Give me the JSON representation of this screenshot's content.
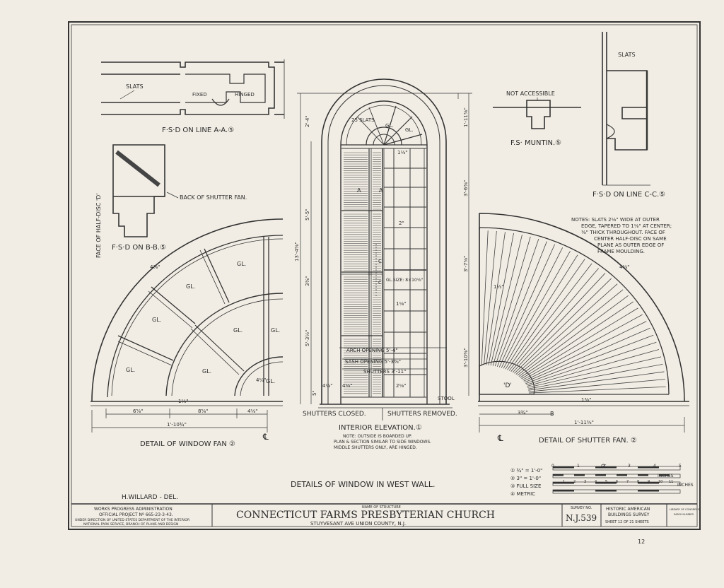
{
  "drawing": {
    "details": {
      "fsd_line_aa": "F·S·D  ON  LINE  A-A.⑤",
      "slats": "SLATS",
      "fixed": "FIXED",
      "hinged": "HINGED",
      "fsd_bb": "F·S·D  ON  B-B.⑤",
      "face_half_disc": "FACE OF HALF-DISC 'D'",
      "back_shutter_fan": "BACK  OF  SHUTTER  FAN.",
      "not_accessible": "NOT  ACCESSIBLE",
      "fs_muntin": "F.S·  MUNTIN.⑤",
      "slats_cc": "SLATS",
      "fsd_line_cc": "F·S·D  ON  LINE  C-C.⑤"
    },
    "window_fan": {
      "title": "DETAIL  OF  WINDOW  FAN  ②",
      "gl_labels": [
        "GL.",
        "GL.",
        "GL.",
        "GL.",
        "GL.",
        "GL.",
        "GL.",
        "GL."
      ],
      "dims": [
        "6⅝\"",
        "8⅝\"",
        "4⅛\"",
        "1'-10¾\"",
        "4⅞\"",
        "1⅛\"",
        "4¼\""
      ]
    },
    "elevation": {
      "label_slats": "25 SLATS",
      "gl_top": [
        "GL.",
        "GL."
      ],
      "gl_size": "GL.SIZE: 8×10⅛\"",
      "dim_top": "1'-11⅝\"",
      "dim_upper": "3'-6⅜\"",
      "dim_mid": "3'-7⅝\"",
      "dim_low": "3'-10⅜\"",
      "dim_left_top": "2'-4\"",
      "dim_left_1": "5'-5\"",
      "dim_left_2": "13'-4⅝\"",
      "dim_left_3": "5'-3½\"",
      "dim_left_small": "3⅜\"",
      "dim_base": "5\"",
      "stool": "STOOL",
      "arch_opening": "ARCH OPENING 5'-4\"",
      "sash_opening": "SASH OPENING 5'-3⅜\"",
      "shutters": "SHUTTERS 3'-11\"",
      "shutters_closed": "SHUTTERS  CLOSED.",
      "shutters_removed": "SHUTTERS  REMOVED.",
      "title": "INTERIOR  ELEVATION.①",
      "note_1": "NOTE:  OUTSIDE IS BOARDED UP.",
      "note_2": "PLAN & SECTION SIMILAR TO SIDE WINDOWS.",
      "note_3": "MIDDLE SHUTTERS ONLY, ARE HINGED.",
      "sec_a": "A",
      "sec_c": "C",
      "small_dims": [
        "2\"",
        "1⅛\"",
        "1⅛\"",
        "2⅛\"",
        "4⅛\"",
        "4⅛\""
      ]
    },
    "shutter_fan": {
      "notes": [
        "NOTES:  SLATS 2⅛\" WIDE AT OUTER",
        "EDGE, TAPERED TO 1⅛\" AT CENTER;",
        "⅜\" THICK THROUGHOUT. FACE OF",
        "CENTER HALF-DISC ON SAME",
        "PLANE AS OUTER EDGE OF",
        "FRAME MOULDING."
      ],
      "disc_label": "'D'",
      "b_label": "B",
      "dims": [
        "3¾\"",
        "1'-11⅜\"",
        "1½\"",
        "1⅜\"",
        "4⅛\""
      ],
      "title": "DETAIL  OF  SHUTTER  FAN.  ②"
    },
    "sheet_title": "DETAILS  OF  WINDOW  IN  WEST  WALL.",
    "delineator": "H.WILLARD - DEL.",
    "scales": {
      "rows": [
        "① ¾\" = 1'-0\"",
        "② 3\" = 1'-0\"",
        "③ FULL SIZE",
        "④ METRIC"
      ],
      "ft_label": "FT.",
      "inches_label": "INCHES",
      "top_numbers": [
        "0",
        "1",
        "2",
        "3",
        "4",
        "5"
      ],
      "mid_numbers": [
        "1",
        "2",
        "3",
        "4",
        "5",
        "6",
        "7",
        "8",
        "9",
        "10",
        "11"
      ]
    }
  },
  "title_block": {
    "agency_lines": [
      "WORKS  PROGRESS  ADMINISTRATION",
      "OFFICIAL  PROJECT  Nº 665-23-3-43.",
      "UNDER DIRECTION OF UNITED STATES DEPARTMENT OF THE INTERIOR",
      "NATIONAL PARK SERVICE, BRANCH OF PLANS AND DESIGN"
    ],
    "name_caption": "NAME OF STRUCTURE",
    "structure_name": "CONNECTICUT  FARMS  PRESBYTERIAN  CHURCH",
    "address": "STUYVESANT  AVE   UNION  COUNTY,  N.J.",
    "survey_caption": "SURVEY NO.",
    "survey_no": "N.J.539",
    "habs_1": "HISTORIC  AMERICAN",
    "habs_2": "BUILDINGS  SURVEY",
    "sheet_of": "SHEET  12  OF  21  SHEETS",
    "library_1": "LIBRARY OF CONGRESS",
    "library_2": "INDEX NUMBER"
  },
  "margin_note": "12"
}
